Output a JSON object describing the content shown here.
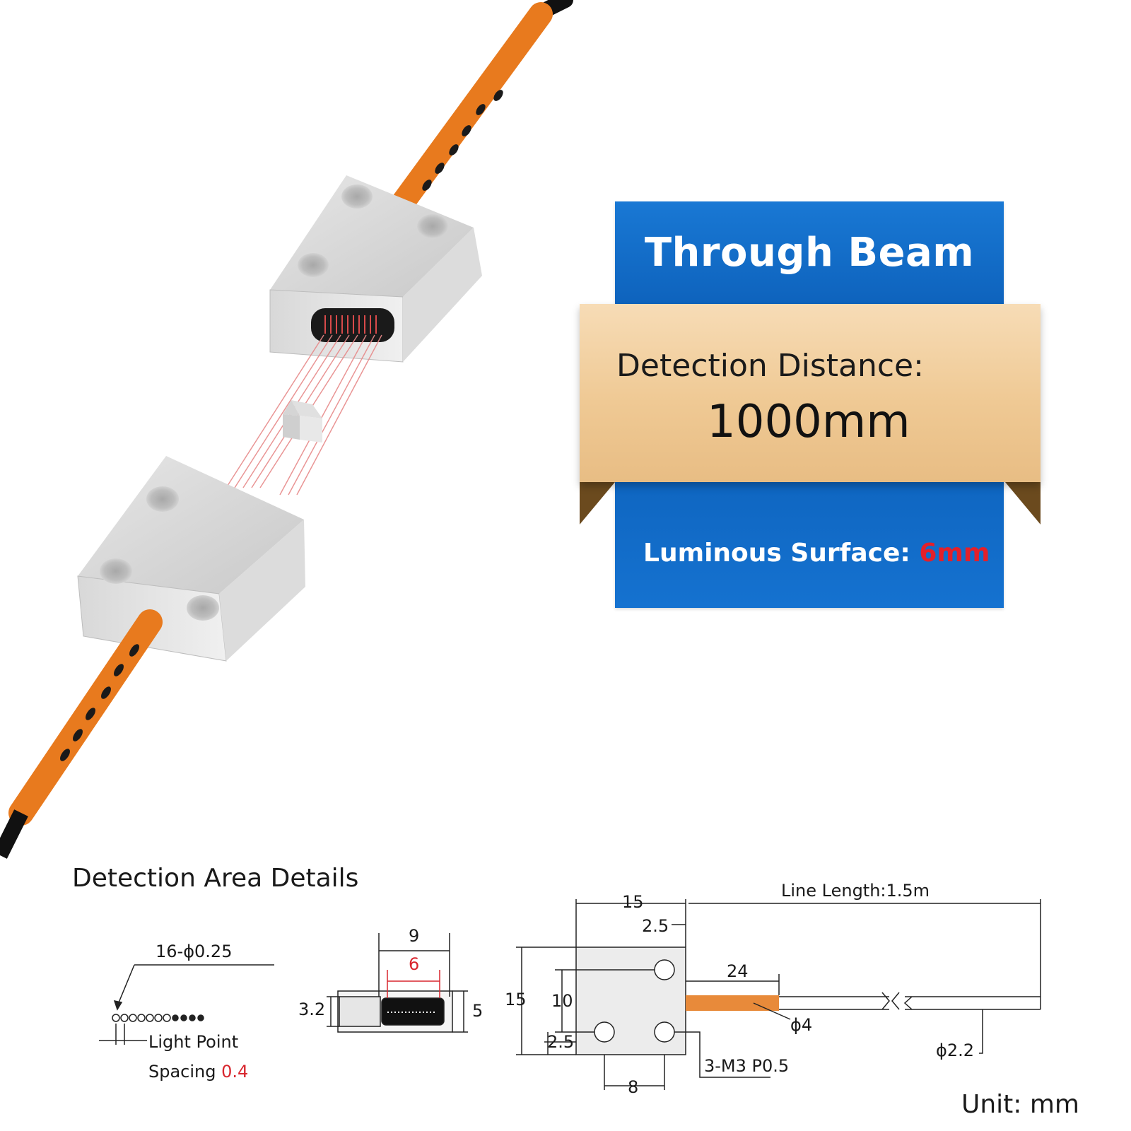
{
  "banner": {
    "title": "Through Beam",
    "detection_label": "Detection Distance:",
    "detection_value": "1000mm",
    "luminous_label": "Luminous Surface:",
    "luminous_value": "6mm"
  },
  "colors": {
    "banner_blue": "#1572d0",
    "banner_tan": "#efc994",
    "cable_orange": "#e87a1e",
    "highlight_red": "#d8262e"
  },
  "diagram": {
    "section_title": "Detection Area Details",
    "holes_label": "16-ϕ0.25",
    "light_point_label": "Light Point",
    "spacing_label": "Spacing",
    "spacing_value": "0.4",
    "face_width": "9",
    "face_window": "6",
    "face_height": "5",
    "face_inner_height": "3.2",
    "body_width": "15",
    "hole_offset": "2.5",
    "line_length": "Line Length:1.5m",
    "body_height": "15",
    "hole_span_v": "10",
    "cable_length": "24",
    "cable_dia": "ϕ4",
    "bottom_offset": "2.5",
    "thread_spec": "3-M3 P0.5",
    "hole_span_h": "8",
    "fiber_dia": "ϕ2.2",
    "unit": "Unit: mm"
  }
}
